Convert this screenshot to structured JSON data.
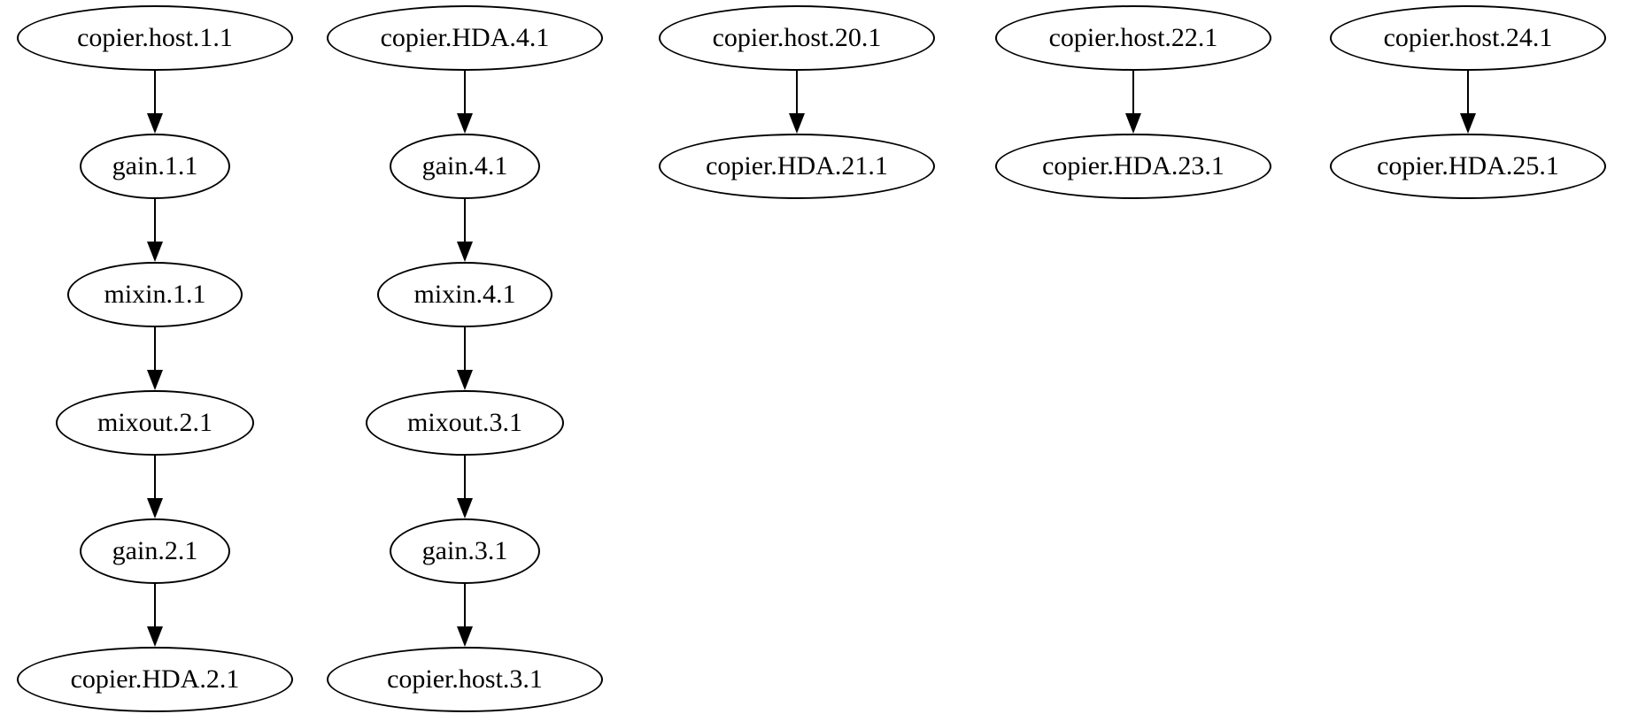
{
  "diagram": {
    "type": "directed-graph",
    "renderer_style": "graphviz-ellipse-nodes",
    "colors": {
      "background": "#ffffff",
      "node_fill": "#ffffff",
      "node_stroke": "#000000",
      "text": "#000000",
      "edge": "#000000"
    },
    "columns": [
      {
        "nodes": [
          "copier.host.1.1",
          "gain.1.1",
          "mixin.1.1",
          "mixout.2.1",
          "gain.2.1",
          "copier.HDA.2.1"
        ]
      },
      {
        "nodes": [
          "copier.HDA.4.1",
          "gain.4.1",
          "mixin.4.1",
          "mixout.3.1",
          "gain.3.1",
          "copier.host.3.1"
        ]
      },
      {
        "nodes": [
          "copier.host.20.1",
          "copier.HDA.21.1"
        ]
      },
      {
        "nodes": [
          "copier.host.22.1",
          "copier.HDA.23.1"
        ]
      },
      {
        "nodes": [
          "copier.host.24.1",
          "copier.HDA.25.1"
        ]
      }
    ],
    "edges": [
      {
        "from": "copier.host.1.1",
        "to": "gain.1.1"
      },
      {
        "from": "gain.1.1",
        "to": "mixin.1.1"
      },
      {
        "from": "mixin.1.1",
        "to": "mixout.2.1"
      },
      {
        "from": "mixout.2.1",
        "to": "gain.2.1"
      },
      {
        "from": "gain.2.1",
        "to": "copier.HDA.2.1"
      },
      {
        "from": "copier.HDA.4.1",
        "to": "gain.4.1"
      },
      {
        "from": "gain.4.1",
        "to": "mixin.4.1"
      },
      {
        "from": "mixin.4.1",
        "to": "mixout.3.1"
      },
      {
        "from": "mixout.3.1",
        "to": "gain.3.1"
      },
      {
        "from": "gain.3.1",
        "to": "copier.host.3.1"
      },
      {
        "from": "copier.host.20.1",
        "to": "copier.HDA.21.1"
      },
      {
        "from": "copier.host.22.1",
        "to": "copier.HDA.23.1"
      },
      {
        "from": "copier.host.24.1",
        "to": "copier.HDA.25.1"
      }
    ]
  }
}
